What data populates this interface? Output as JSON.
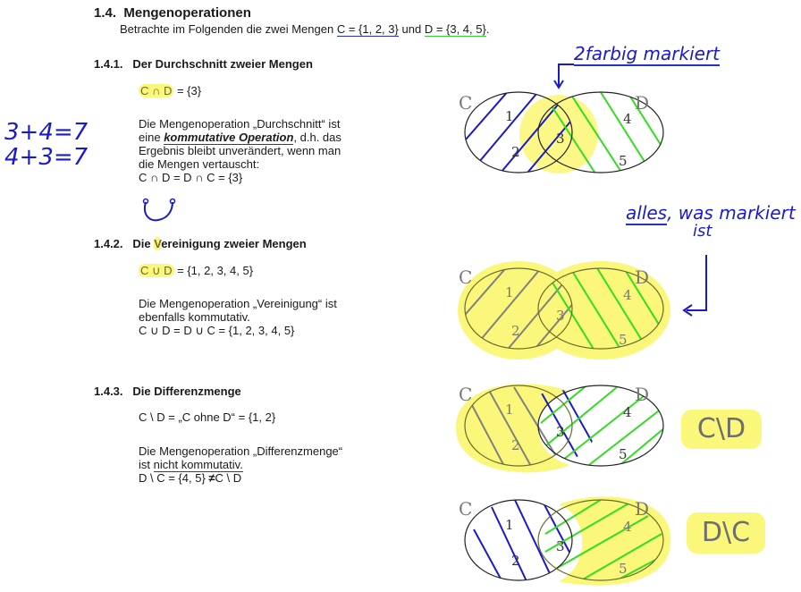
{
  "section": {
    "number": "1.4.",
    "title": "Mengenoperationen",
    "intro_prefix": "Betrachte im Folgenden die zwei Mengen",
    "set_c": "C = {1, 2, 3}",
    "intro_mid": "und",
    "set_d": "D = {3, 4, 5}",
    "intro_end": "."
  },
  "subsections": [
    {
      "number": "1.4.1.",
      "title": "Der Durchschnitt zweier Mengen",
      "formula_highlight": "C ∩ D",
      "formula_rest": " = {3}",
      "para_line1": "Die Mengenoperation „Durchschnitt“ ist",
      "para_line2_pre": "eine ",
      "para_line2_emph": "kommutative Operation",
      "para_line2_post": ", d.h. das",
      "para_line3": "Ergebnis bleibt unverändert, wenn man",
      "para_line4": "die Mengen vertauscht:",
      "para_line5": "C ∩ D = D ∩ C = {3}"
    },
    {
      "number": "1.4.2.",
      "title_pre": "Die ",
      "title_hl": "V",
      "title_post": "ereinigung zweier Mengen",
      "formula_highlight": "C ∪ D",
      "formula_rest": " = {1, 2, 3, 4, 5}",
      "para_line1": "Die Mengenoperation „Vereinigung“ ist",
      "para_line2": "ebenfalls kommutativ.",
      "para_line3": "C ∪ D = D ∪ C = {1, 2, 3, 4, 5}"
    },
    {
      "number": "1.4.3.",
      "title": "Die Differenzmenge",
      "formula": "C \\ D = „C ohne D“ = {1, 2}",
      "para_line1": "Die Mengenoperation „Differenzmenge“",
      "para_line2_pre": "ist ",
      "para_line2_ul": "nicht kommutativ.",
      "para_line3_pre": "D \\ C = {4, 5} ",
      "para_line3_neq": "≠",
      "para_line3_post": "C \\ D"
    }
  ],
  "annotations": {
    "eq1": "3+4=7",
    "eq2": "4+3=7",
    "two_colored": "2farbig markiert",
    "all_marked_1": "alles",
    "all_marked_2": ", was markiert",
    "all_marked_3": "ist",
    "c_minus_d": "C\\D",
    "d_minus_c": "D\\C"
  },
  "venn": {
    "label_c": "C",
    "label_d": "D",
    "elements": [
      "1",
      "2",
      "3",
      "4",
      "5"
    ]
  },
  "colors": {
    "highlight": "#fbf77a",
    "blue_ink": "#1a1acc",
    "green_ink": "#33dd22",
    "gray_hatch": "#808080"
  }
}
